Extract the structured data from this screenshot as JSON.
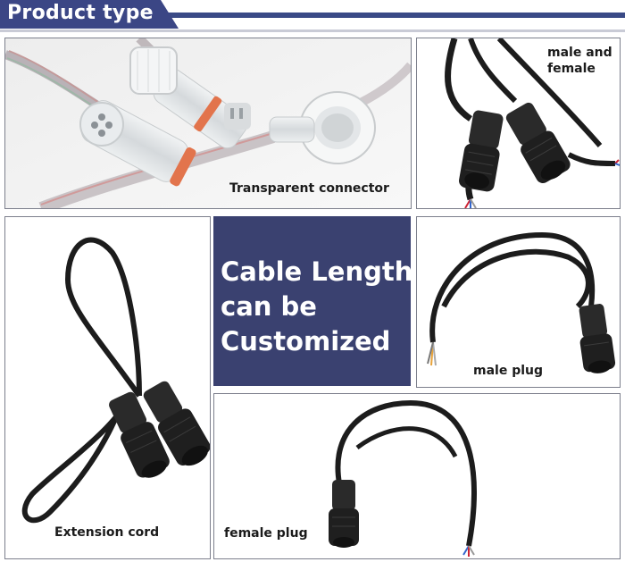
{
  "header": {
    "title": "Product type"
  },
  "products": {
    "transparent": {
      "caption": "Transparent connector"
    },
    "male_female": {
      "caption_line1": "male and",
      "caption_line2": "female"
    },
    "extension": {
      "caption": "Extension cord"
    },
    "male_plug": {
      "caption": "male plug"
    },
    "female_plug": {
      "caption": "female plug"
    }
  },
  "banner": {
    "line1": "Cable Length",
    "line2": "can be",
    "line3": "Customized",
    "color": "#3a4170"
  },
  "colors": {
    "accent": "#3b4685",
    "border": "#7c7f8c"
  }
}
